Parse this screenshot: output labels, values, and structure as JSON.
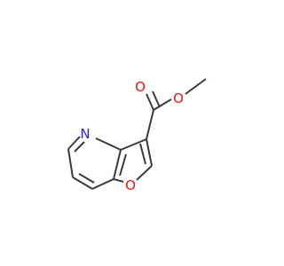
{
  "atoms": {
    "carbonyl_oxygen": {
      "label": "O",
      "color": "#ff0d0d"
    },
    "ester_oxygen": {
      "label": "O",
      "color": "#ff0d0d"
    },
    "pyridine_nitrogen": {
      "label": "N",
      "color": "#1f1fff"
    },
    "furan_oxygen": {
      "label": "O",
      "color": "#ff0d0d"
    }
  },
  "bond_color": "#3a3a3a",
  "background": "#ffffff"
}
